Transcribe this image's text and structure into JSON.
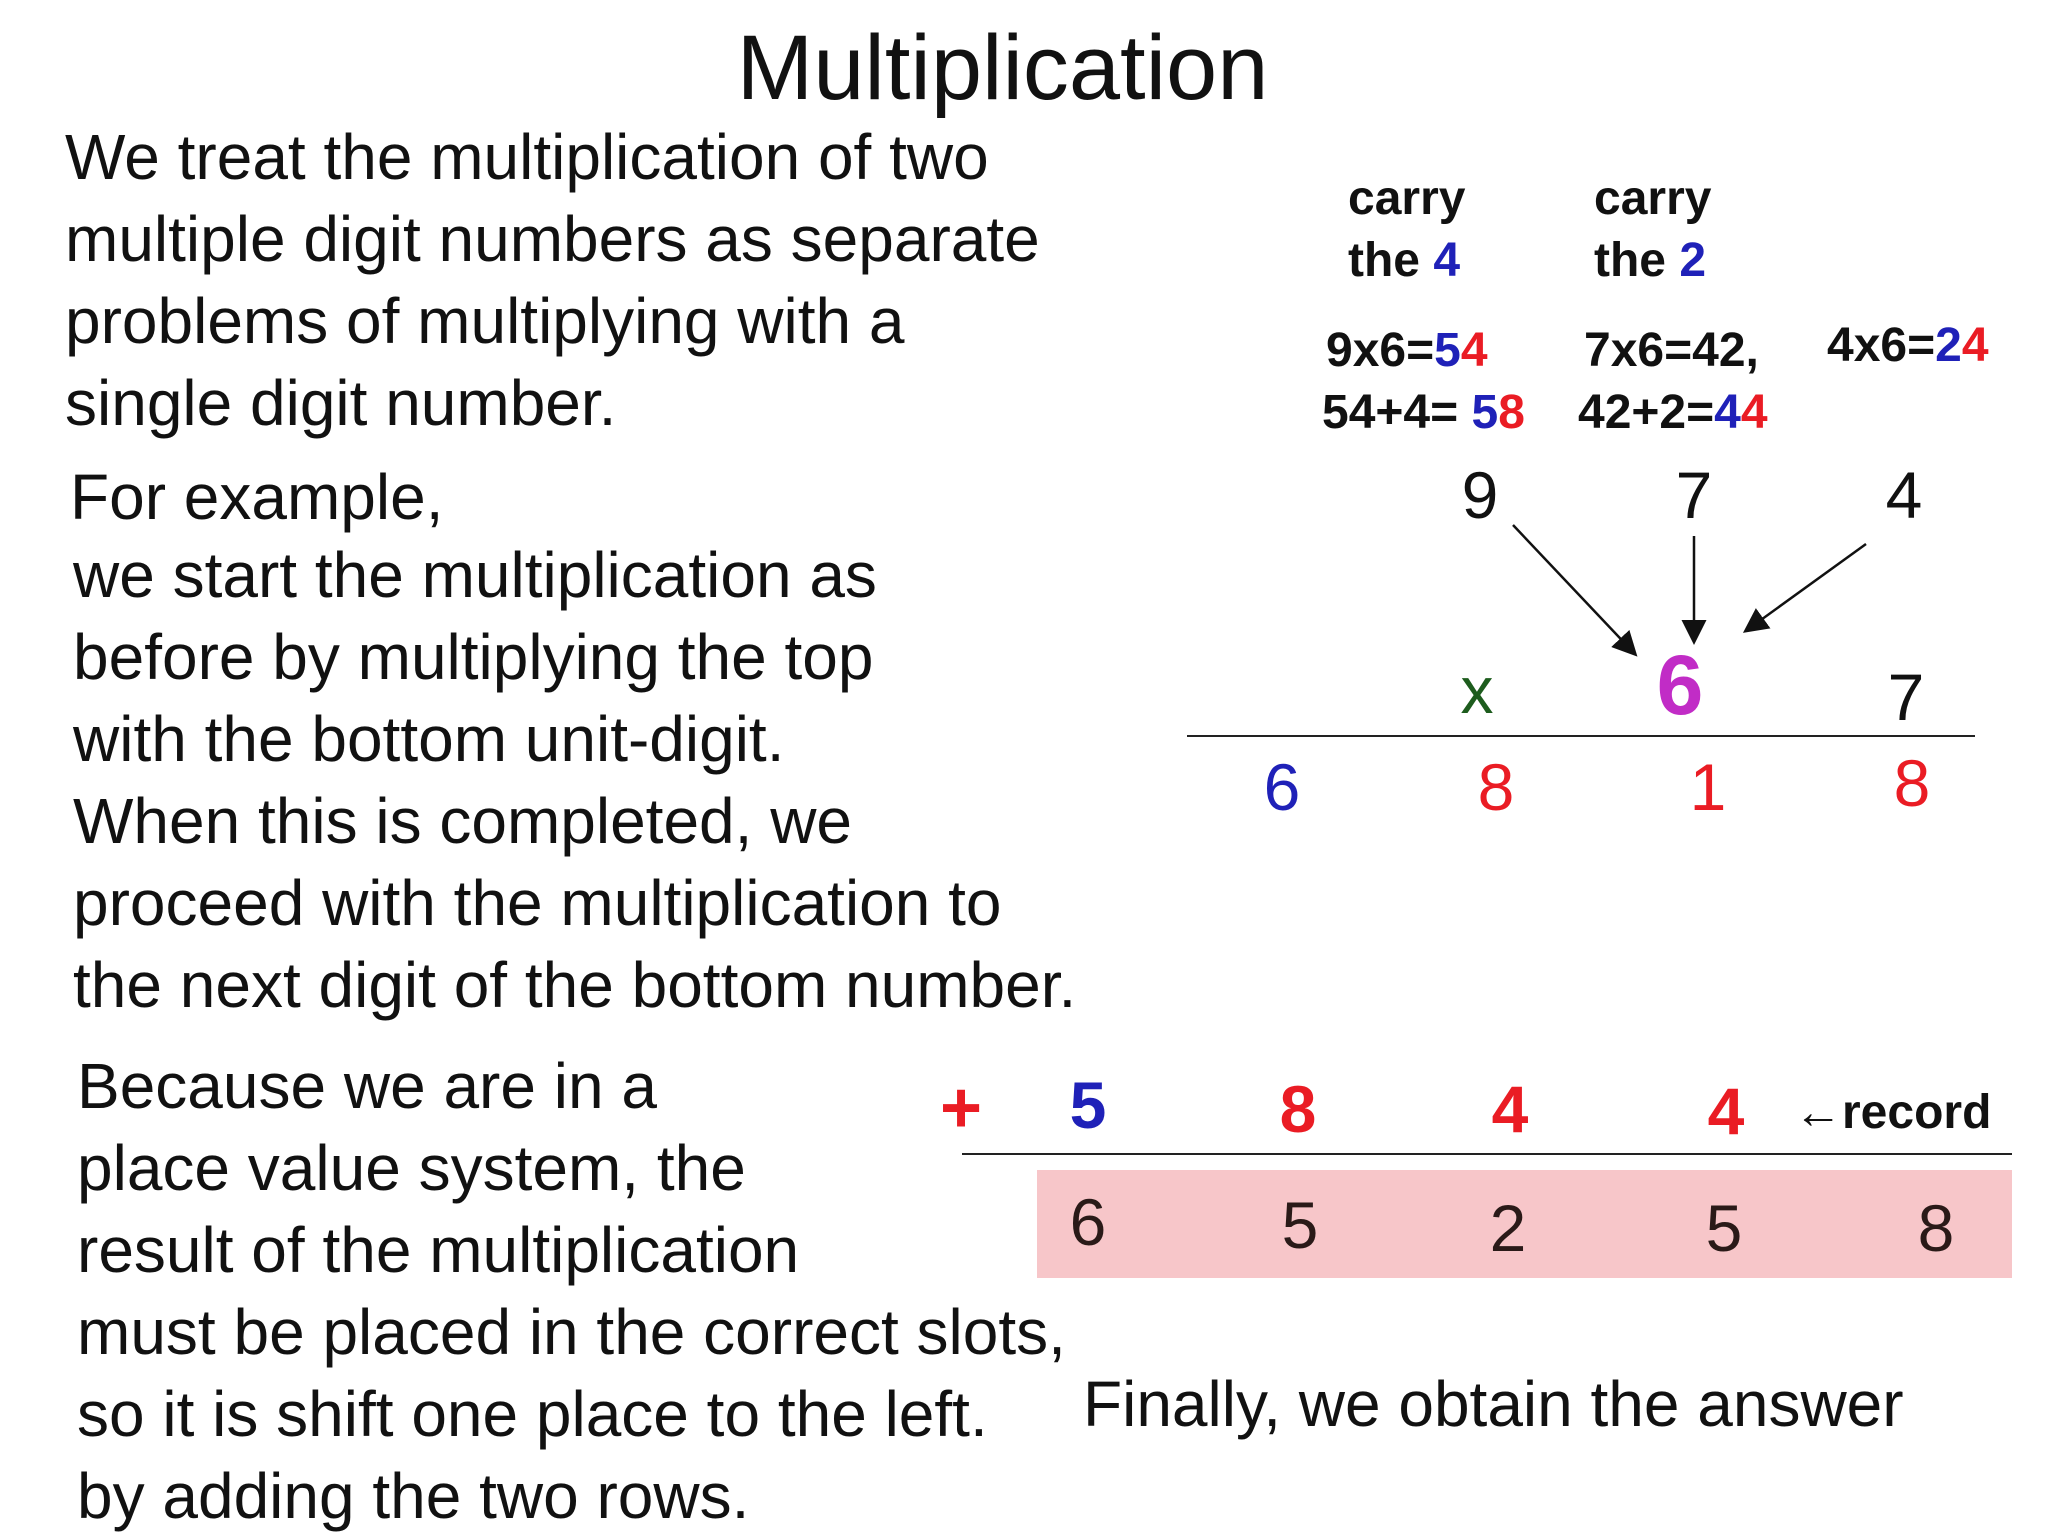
{
  "title": "Multiplication",
  "intro_lines": [
    "We treat the multiplication of two",
    "multiple digit numbers as separate",
    "problems of multiplying with a",
    "single digit number."
  ],
  "example_heading": "For example,",
  "example_lines": [
    "we start the multiplication as",
    "before by multiplying the top",
    "with the bottom unit-digit.",
    "When this is completed, we",
    "proceed with the multiplication to",
    "the next digit of the bottom number."
  ],
  "because_lines": [
    "Because we are in a",
    "place value system, the",
    "result of the multiplication",
    "must be placed in the correct slots,",
    "so it is shift one place to the left.",
    "by adding the two rows."
  ],
  "final_text": "Finally, we obtain the answer",
  "carry_notes": [
    {
      "line1": "carry",
      "line2_prefix": "the ",
      "line2_value": "4"
    },
    {
      "line1": "carry",
      "line2_prefix": "the ",
      "line2_value": "2"
    }
  ],
  "step_notes": {
    "s1_line1_prefix": "9x6=",
    "s1_line1_tens": "5",
    "s1_line1_units": "4",
    "s1_line2_prefix": "54+4= ",
    "s1_line2_tens": "5",
    "s1_line2_units": "8",
    "s2_line1": "7x6=42,",
    "s2_line2_prefix": "42+2=",
    "s2_line2_tens": "4",
    "s2_line2_units": "4",
    "s3_prefix": "4x6=",
    "s3_tens": "2",
    "s3_units": "4"
  },
  "top_number": [
    "9",
    "7",
    "4"
  ],
  "operator": "x",
  "bottom_number": [
    "6",
    "7"
  ],
  "first_partial": [
    "6",
    "8",
    "1",
    "8"
  ],
  "plus_sign": "+",
  "second_partial": [
    "5",
    "8",
    "4",
    "4"
  ],
  "record_label": "←record",
  "result": [
    "6",
    "5",
    "2",
    "5",
    "8"
  ],
  "colors": {
    "blue": "#1f21b8",
    "red": "#ea1c24",
    "green": "#1d5c1d",
    "magenta": "#c12cc6",
    "highlight": "#f7c6c9"
  }
}
